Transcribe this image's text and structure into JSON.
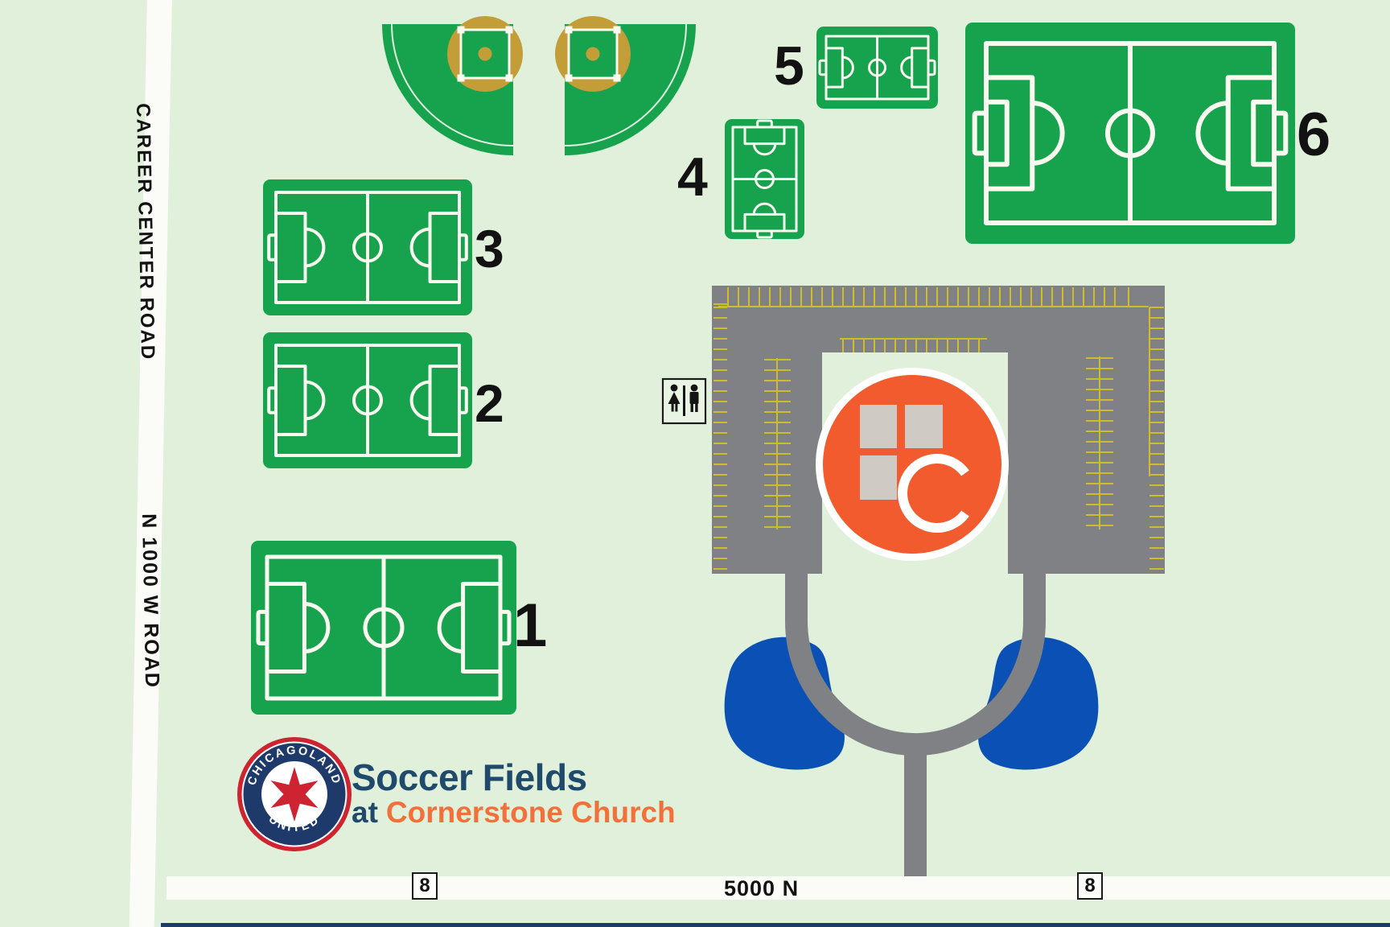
{
  "title": {
    "line1": "Soccer Fields",
    "line2_prefix": "at",
    "line2_highlight": "Cornerstone Church"
  },
  "club_logo": {
    "arc_top": "CHICAGOLAND",
    "arc_bottom": "UNITED"
  },
  "church": {
    "letter": "C"
  },
  "roads": {
    "vertical_top": "CAREER CENTER ROAD",
    "vertical_bottom": "N 1000 W ROAD",
    "horizontal": "5000 N",
    "badges": [
      {
        "label": "8"
      },
      {
        "label": "8"
      }
    ]
  },
  "fields": [
    {
      "label": "1"
    },
    {
      "label": "2"
    },
    {
      "label": "3"
    },
    {
      "label": "4"
    },
    {
      "label": "5"
    },
    {
      "label": "6"
    }
  ],
  "amenities": [
    {
      "name": "restrooms"
    }
  ],
  "colors": {
    "background": "#E0F0DA",
    "field_green": "#17A34D",
    "line_white": "#F8FAF0",
    "infield_tan": "#C29D38",
    "parking_gray": "#7F8184",
    "parking_yellow": "#CDBD2C",
    "road_white": "#FBFCF8",
    "pond_blue": "#0B51B5",
    "church_orange": "#F15B2E",
    "logo_square_gray": "#D0CAC4",
    "title_navy": "#1F4A6B",
    "title_orange": "#F2703A",
    "logo_red": "#CE2330",
    "logo_navy": "#1E3A6A",
    "black": "#121212",
    "bottom_strip_navy": "#1D3A6B"
  }
}
